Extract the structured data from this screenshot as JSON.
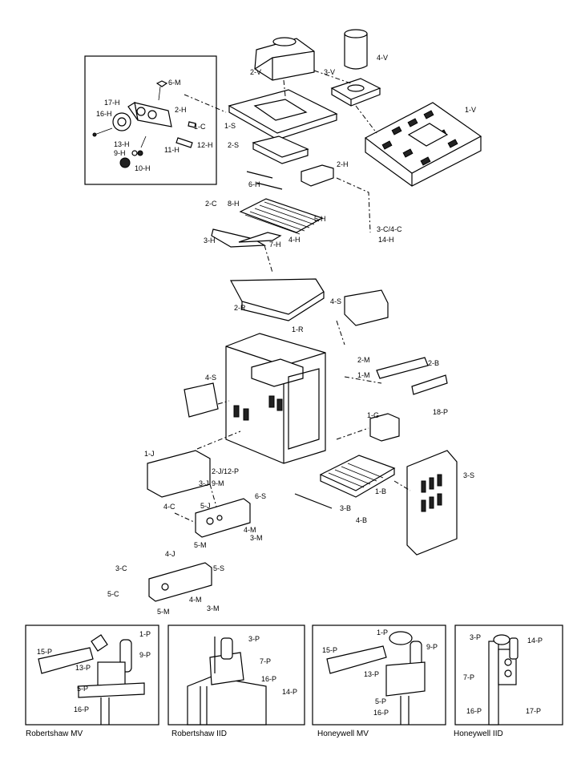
{
  "labels": {
    "l_2V": "2-V",
    "l_4V": "4-V",
    "l_3V": "3-V",
    "l_1V": "1-V",
    "l_1S": "1-S",
    "l_2S": "2-S",
    "l_2H": "2-H",
    "l_6H": "6-H",
    "l_2C": "2-C",
    "l_8H": "8-H",
    "l_5H": "5-H",
    "l_3C4C": "3-C/4-C",
    "l_14H": "14-H",
    "l_3H": "3-H",
    "l_7H": "7-H",
    "l_4H": "4-H",
    "l_6M": "6-M",
    "l_17H": "17-H",
    "l_2Hb": "2-H",
    "l_16H": "16-H",
    "l_1C": "1-C",
    "l_12H": "12-H",
    "l_13H": "13-H",
    "l_11H": "11-H",
    "l_9H": "9-H",
    "l_10H": "10-H",
    "l_2R": "2-R",
    "l_4S": "4-S",
    "l_1R": "1-R",
    "l_2M": "2-M",
    "l_1M": "1-M",
    "l_2B": "2-B",
    "l_4Sb": "4-S",
    "l_1G": "1-G",
    "l_18P": "18-P",
    "l_1J": "1-J",
    "l_2J12P": "2-J/12-P",
    "l_3J": "3-J",
    "l_9M": "9-M",
    "l_1B": "1-B",
    "l_3S": "3-S",
    "l_4C": "4-C",
    "l_5J": "5-J",
    "l_6S": "6-S",
    "l_3B": "3-B",
    "l_4B": "4-B",
    "l_4M": "4-M",
    "l_3M": "3-M",
    "l_5M": "5-M",
    "l_4J": "4-J",
    "l_5S": "5-S",
    "l_3C": "3-C",
    "l_5C": "5-C",
    "l_4Mb": "4-M",
    "l_5Mb": "5-M",
    "l_3Mb": "3-M"
  },
  "panels": [
    {
      "caption": "Robertshaw MV",
      "labels": [
        "15-P",
        "13-P",
        "1-P",
        "9-P",
        "5-P",
        "16-P"
      ]
    },
    {
      "caption": "Robertshaw IID",
      "labels": [
        "3-P",
        "7-P",
        "16-P",
        "14-P"
      ]
    },
    {
      "caption": "Honeywell MV",
      "labels": [
        "1-P",
        "15-P",
        "9-P",
        "13-P",
        "5-P",
        "16-P"
      ]
    },
    {
      "caption": "Honeywell IID",
      "labels": [
        "3-P",
        "14-P",
        "7-P",
        "16-P",
        "17-P"
      ]
    }
  ]
}
